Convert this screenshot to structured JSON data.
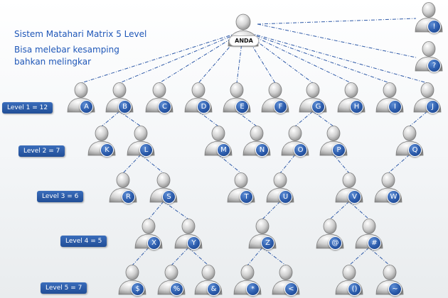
{
  "title": {
    "line1": "Sistem Matahari  Matrix 5 Level",
    "line2": "Bisa melebar kesamping",
    "line3": "bahkan melingkar"
  },
  "root": {
    "label": "ANDA"
  },
  "side_placeholders": [
    "!",
    "?"
  ],
  "levels": [
    {
      "label": "Level 1 = 12",
      "nodes": [
        "A",
        "B",
        "C",
        "D",
        "E",
        "F",
        "G",
        "H",
        "I",
        "J"
      ]
    },
    {
      "label": "Level 2 = 7",
      "nodes": [
        "K",
        "L",
        "M",
        "N",
        "O",
        "P",
        "Q"
      ]
    },
    {
      "label": "Level 3 = 6",
      "nodes": [
        "R",
        "S",
        "T",
        "U",
        "V",
        "W"
      ]
    },
    {
      "label": "Level 4 = 5",
      "nodes": [
        "X",
        "Y",
        "Z",
        "@",
        "#"
      ]
    },
    {
      "label": "Level 5 = 7",
      "nodes": [
        "$",
        "%",
        "&",
        "*",
        "<",
        "()",
        "~"
      ]
    }
  ],
  "edges": [
    [
      "B",
      "K"
    ],
    [
      "B",
      "L"
    ],
    [
      "D",
      "M"
    ],
    [
      "E",
      "N"
    ],
    [
      "G",
      "O"
    ],
    [
      "G",
      "P"
    ],
    [
      "J",
      "Q"
    ],
    [
      "L",
      "R"
    ],
    [
      "L",
      "S"
    ],
    [
      "M",
      "T"
    ],
    [
      "O",
      "U"
    ],
    [
      "P",
      "V"
    ],
    [
      "Q",
      "W"
    ],
    [
      "S",
      "X"
    ],
    [
      "S",
      "Y"
    ],
    [
      "U",
      "Z"
    ],
    [
      "V",
      "@"
    ],
    [
      "V",
      "#"
    ],
    [
      "X",
      "$"
    ],
    [
      "Y",
      "%"
    ],
    [
      "Y",
      "&"
    ],
    [
      "Z",
      "*"
    ],
    [
      "Z",
      "<"
    ],
    [
      "#",
      "()"
    ],
    [
      "#",
      "~"
    ]
  ],
  "colors": {
    "title": "#1f57b8",
    "badge": "#2a5aa5",
    "letter_badge": "#2a5aaa",
    "connector": "#2f5aa8",
    "person": "#c9c9c9"
  }
}
